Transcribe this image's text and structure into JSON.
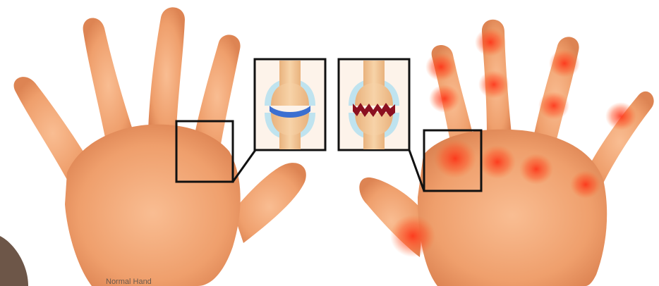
{
  "image": {
    "subject": "healthy-vs-arthritic-hand-joints",
    "caption": "Normal Hand"
  },
  "colors": {
    "skin_light": "#f6b184",
    "skin_mid": "#ee9d6a",
    "skin_shadow": "#d97e4f",
    "inflammation": "#ff3b1a",
    "frame_stroke": "#111111",
    "healthy_cartilage": "#3b6fd1",
    "damaged_cartilage": "#8b1020",
    "bone": "#f3c99a"
  },
  "panels": [
    {
      "id": "healthy",
      "label_icon": "healthy-joint-icon"
    },
    {
      "id": "arthritic",
      "label_icon": "arthritic-joint-icon"
    }
  ]
}
